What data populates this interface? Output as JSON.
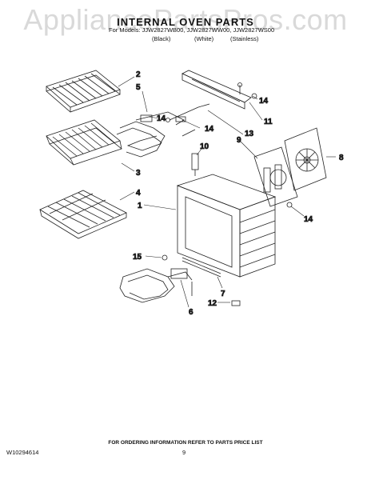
{
  "watermark": "AppliancePartsPros.com",
  "title": "INTERNAL OVEN PARTS",
  "models": "For Models: JJW2827WB00, JJW2827WW00, JJW2827WS00",
  "finishes": [
    "(Black)",
    "(White)",
    "(Stainless)"
  ],
  "callouts": [
    {
      "id": "2",
      "label": "2"
    },
    {
      "id": "5",
      "label": "5"
    },
    {
      "id": "14a",
      "label": "14"
    },
    {
      "id": "14b",
      "label": "14"
    },
    {
      "id": "14c",
      "label": "14"
    },
    {
      "id": "14d",
      "label": "14"
    },
    {
      "id": "11",
      "label": "11"
    },
    {
      "id": "13",
      "label": "13"
    },
    {
      "id": "8",
      "label": "8"
    },
    {
      "id": "9",
      "label": "9"
    },
    {
      "id": "10",
      "label": "10"
    },
    {
      "id": "3",
      "label": "3"
    },
    {
      "id": "4",
      "label": "4"
    },
    {
      "id": "1",
      "label": "1"
    },
    {
      "id": "15",
      "label": "15"
    },
    {
      "id": "7",
      "label": "7"
    },
    {
      "id": "12",
      "label": "12"
    },
    {
      "id": "6",
      "label": "6"
    }
  ],
  "footer": {
    "ordering_note": "FOR ORDERING INFORMATION REFER TO PARTS PRICE LIST",
    "part_number": "W10294614",
    "page_number": "9"
  }
}
